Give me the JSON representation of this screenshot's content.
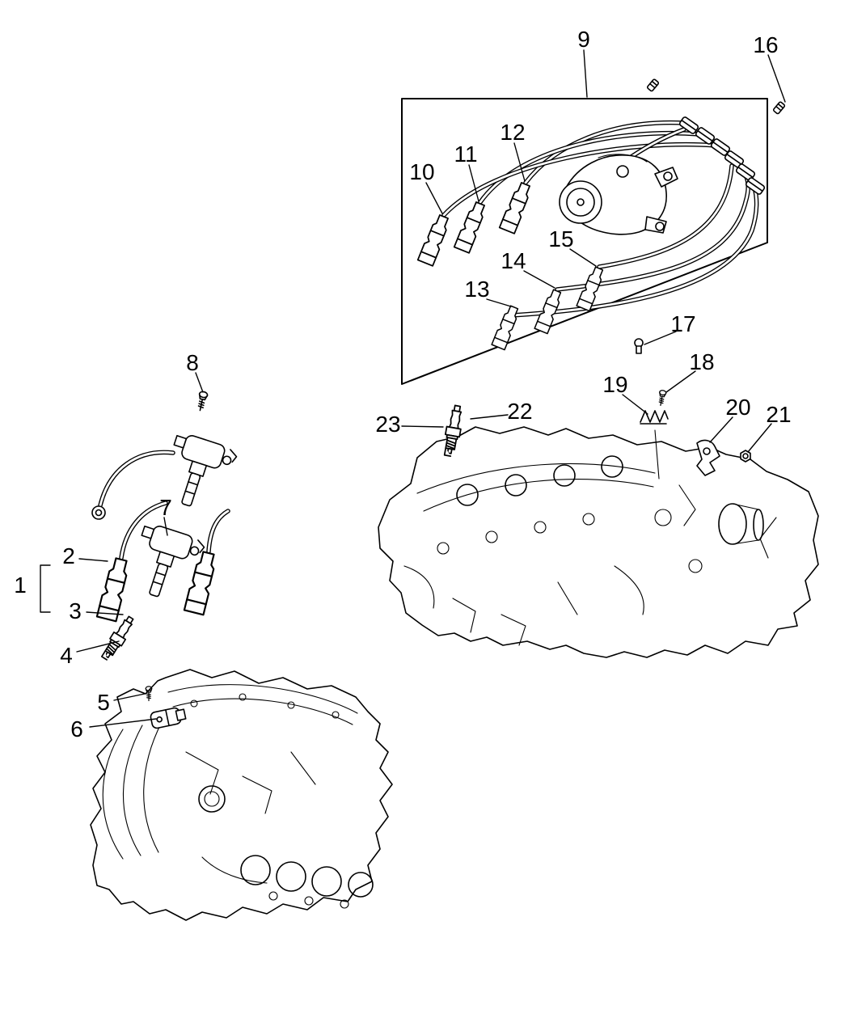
{
  "colors": {
    "background": "#ffffff",
    "line": "#000000",
    "label_text": "#000000"
  },
  "callouts": [
    {
      "label": "1"
    },
    {
      "label": "2"
    },
    {
      "label": "3"
    },
    {
      "label": "4"
    },
    {
      "label": "5"
    },
    {
      "label": "6"
    },
    {
      "label": "7"
    },
    {
      "label": "8"
    },
    {
      "label": "9"
    },
    {
      "label": "10"
    },
    {
      "label": "11"
    },
    {
      "label": "12"
    },
    {
      "label": "13"
    },
    {
      "label": "14"
    },
    {
      "label": "15"
    },
    {
      "label": "16"
    },
    {
      "label": "17"
    },
    {
      "label": "18"
    },
    {
      "label": "19"
    },
    {
      "label": "20"
    },
    {
      "label": "21"
    },
    {
      "label": "22"
    },
    {
      "label": "23"
    }
  ]
}
